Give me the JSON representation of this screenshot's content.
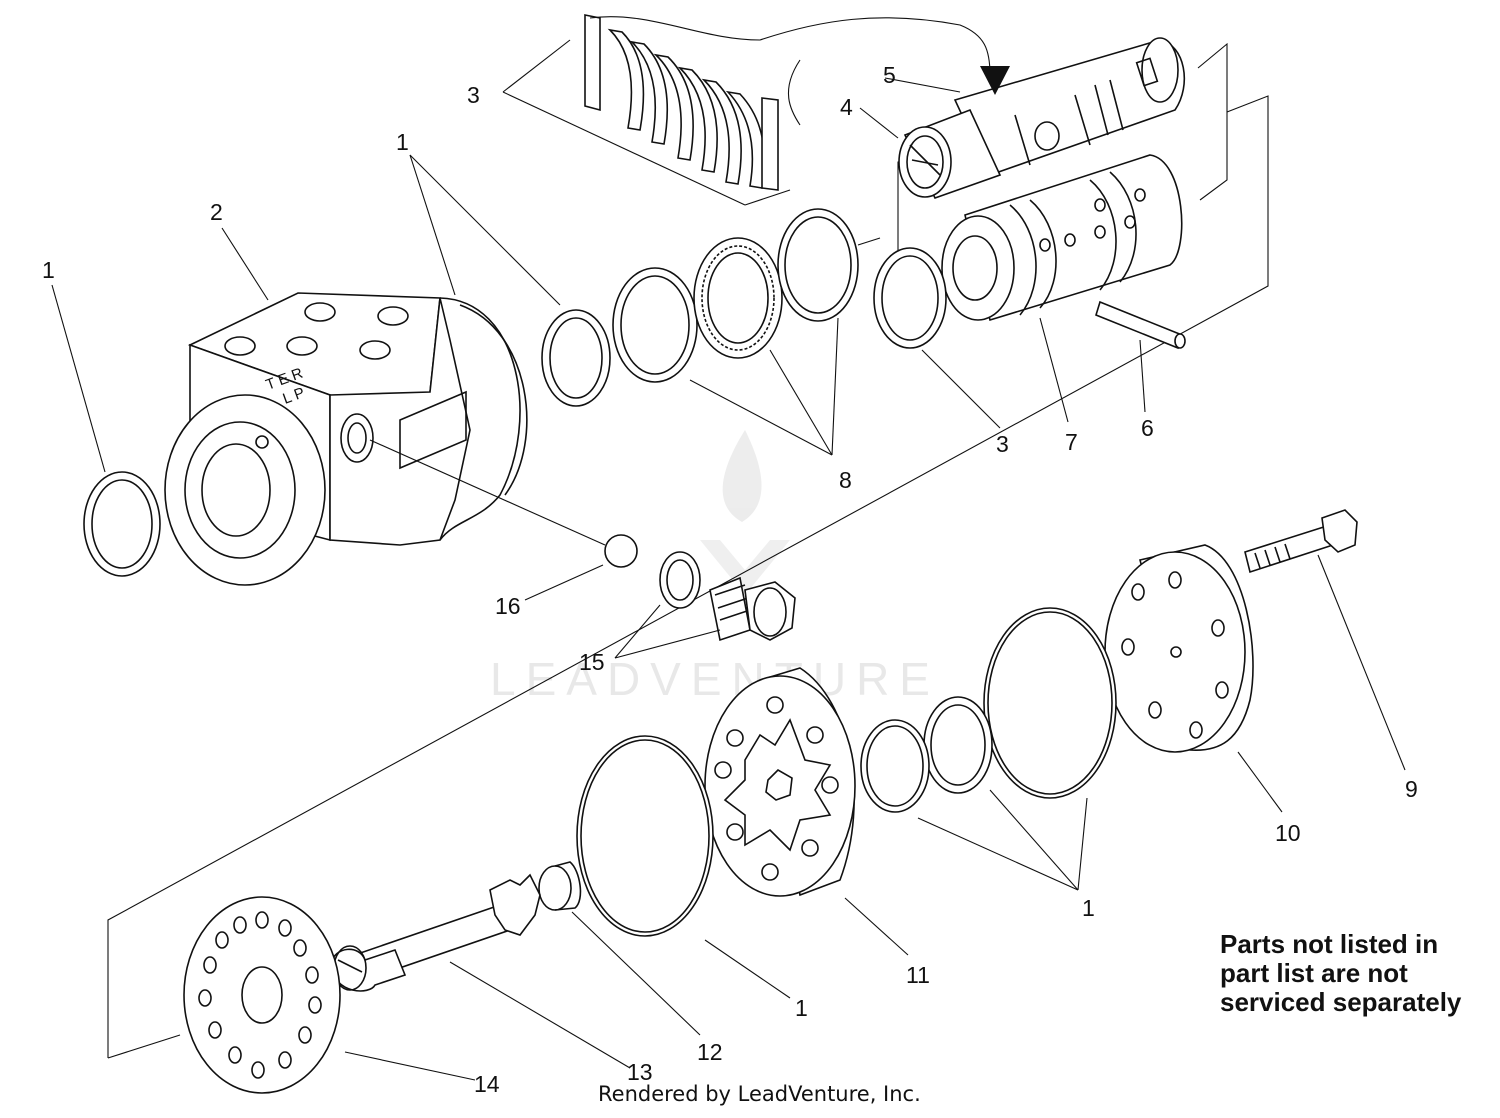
{
  "callouts": {
    "c1a": "1",
    "c1b": "1",
    "c1c": "1",
    "c1d": "1",
    "c2": "2",
    "c3a": "3",
    "c3b": "3",
    "c4": "4",
    "c5": "5",
    "c6": "6",
    "c7": "7",
    "c8": "8",
    "c9": "9",
    "c10": "10",
    "c11": "11",
    "c12": "12",
    "c13": "13",
    "c14": "14",
    "c15": "15",
    "c16": "16"
  },
  "note": {
    "line1": "Parts not listed in",
    "line2": "part list are not",
    "line3": "serviced separately"
  },
  "footer": "Rendered by LeadVenture, Inc.",
  "watermark": {
    "text": "LEADVENTURE",
    "color": "#d6d6d6"
  }
}
